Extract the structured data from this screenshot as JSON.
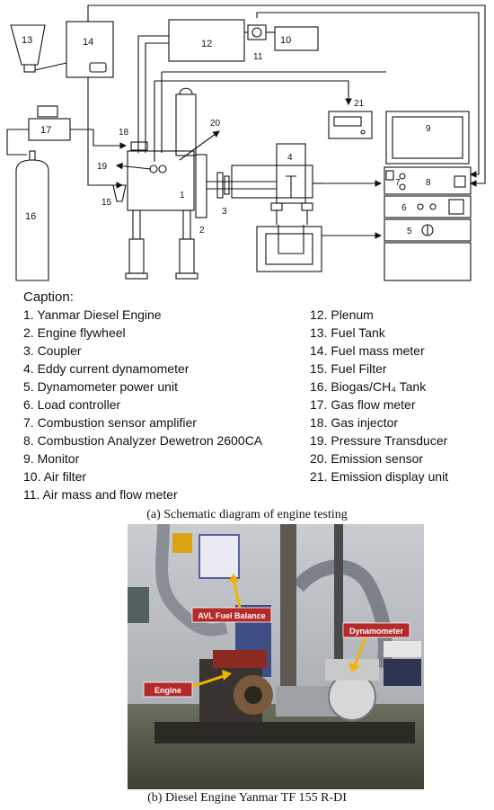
{
  "schematic": {
    "numbers": [
      "1",
      "2",
      "3",
      "4",
      "5",
      "6",
      "7",
      "8",
      "9",
      "10",
      "11",
      "12",
      "13",
      "14",
      "15",
      "16",
      "17",
      "18",
      "19",
      "20",
      "21"
    ]
  },
  "caption": {
    "heading": "Caption:",
    "left": [
      "1. Yanmar Diesel Engine",
      "2. Engine flywheel",
      "3. Coupler",
      "4. Eddy current dynamometer",
      "5. Dynamometer power unit",
      "6. Load controller",
      "7. Combustion sensor amplifier",
      "8. Combustion Analyzer Dewetron 2600CA",
      "9. Monitor",
      "10. Air filter",
      "11. Air mass and flow meter"
    ],
    "right": [
      "12. Plenum",
      "13. Fuel Tank",
      "14. Fuel mass meter",
      "15. Fuel Filter",
      "16. Biogas/CH₄ Tank",
      "17. Gas flow meter",
      "18. Gas injector",
      "19. Pressure Transducer",
      "20. Emission sensor",
      "21. Emission display unit"
    ]
  },
  "figure_a": {
    "label": "(a)",
    "text": " Schematic diagram of engine testing"
  },
  "photo": {
    "labels": {
      "fuel_balance": "AVL Fuel Balance",
      "dynamometer": "Dynamometer",
      "engine": "Engine"
    },
    "colors": {
      "label_bg": "#b42a2a",
      "arrow": "#f0b400"
    }
  },
  "figure_b": {
    "label": "(b)",
    "text": " Diesel Engine Yanmar TF 155 R-DI"
  }
}
